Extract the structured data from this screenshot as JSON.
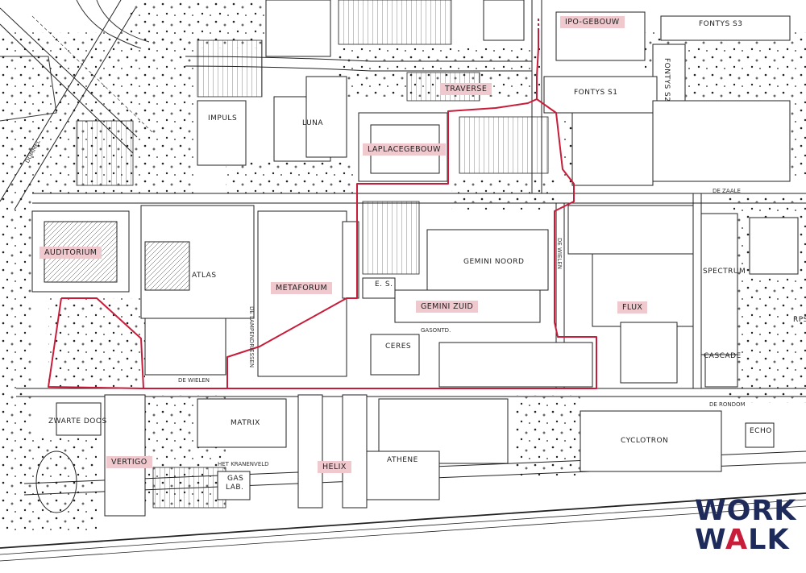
{
  "highlighted_buildings": [
    {
      "id": "ipo",
      "label": "IPO-GEBOUW"
    },
    {
      "id": "traverse",
      "label": "TRAVERSE"
    },
    {
      "id": "laplace",
      "label": "LAPLACEGEBOUW"
    },
    {
      "id": "auditorium",
      "label": "AUDITORIUM"
    },
    {
      "id": "metaforum",
      "label": "METAFORUM"
    },
    {
      "id": "gemini_zuid",
      "label": "GEMINI ZUID"
    },
    {
      "id": "flux",
      "label": "FLUX"
    },
    {
      "id": "vertigo",
      "label": "VERTIGO"
    },
    {
      "id": "helix",
      "label": "HELIX"
    }
  ],
  "buildings": {
    "fontys_s3": "FONTYS S3",
    "fontys_s2": "FONTYS S2",
    "fontys_s1": "FONTYS S1",
    "impuls": "IMPULS",
    "luna": "LUNA",
    "atlas": "ATLAS",
    "gemini_noord": "GEMINI NOORD",
    "es": "E. S.",
    "spectrum": "SPECTRUM",
    "cascade": "CASCADE",
    "ceres": "CERES",
    "matrix": "MATRIX",
    "zwarte_doos": "ZWARTE DOOS",
    "athene": "ATHENE",
    "cyclotron": "CYCLOTRON",
    "echo": "ECHO",
    "gas_lab_1": "GAS",
    "gas_lab_2": "LAB.",
    "rps": "RPS"
  },
  "streets": {
    "dommel": "DOMMEL",
    "de_zaale": "DE ZAALE",
    "de_wielen_1": "DE WIELEN",
    "de_wielen_2": "DE WIELEN",
    "de_rondom": "DE RONDOM",
    "het_kranenveld": "HET KRANENVELD",
    "de_lampendriessen": "DE LAMPENDRIESSEN",
    "gasontd": "GASONTD."
  },
  "logo": {
    "line1": "WORK",
    "line2_w": "W",
    "line2_a": "A",
    "line2_lk": "LK"
  },
  "colors": {
    "route": "#c81d3a",
    "tag_bg": "#f0c9cf",
    "logo_navy": "#1e2a5a",
    "logo_red": "#c81d3a"
  }
}
